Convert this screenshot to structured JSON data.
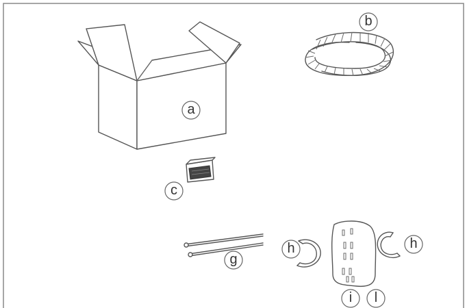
{
  "labels": {
    "a": "a",
    "b": "b",
    "c": "c",
    "g": "g",
    "h_left": "h",
    "h_right": "h",
    "i": "i",
    "l": "l"
  },
  "colors": {
    "line": "#555555",
    "border": "#808080",
    "background": "#ffffff"
  }
}
